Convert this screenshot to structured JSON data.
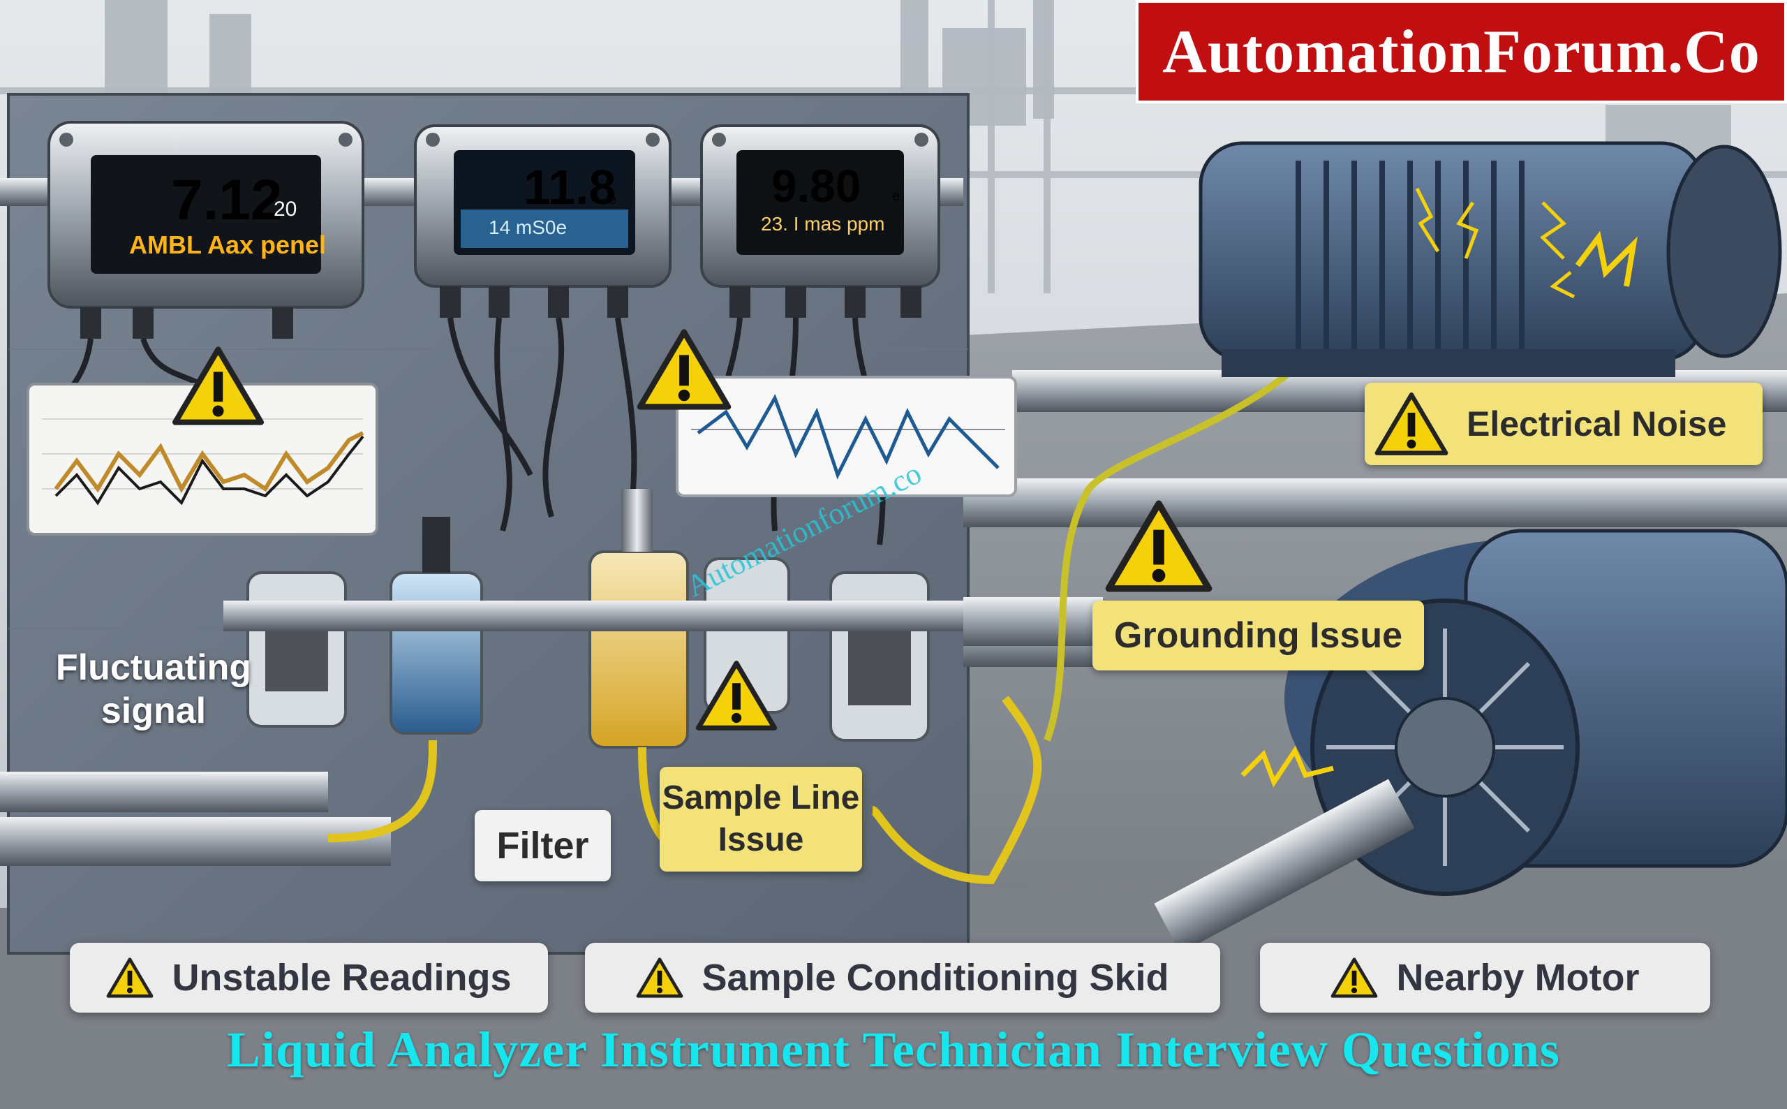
{
  "brand": "AutomationForum.Co",
  "analyzers": [
    {
      "value": "7.12",
      "unit": "20",
      "sub": "AMBL Aax penel"
    },
    {
      "value": "11.8",
      "unit": "e",
      "sub": "14 mS0e"
    },
    {
      "value": "9.80",
      "unit": "e",
      "sub": "23. I mas ppm"
    }
  ],
  "labels": {
    "fluctuating_signal": "Fluctuating signal",
    "filter": "Filter",
    "sample_line_issue": "Sample Line Issue",
    "grounding_issue": "Grounding Issue",
    "electrical_noise": "Electrical Noise"
  },
  "chips": {
    "unstable_readings": "Unstable Readings",
    "sample_conditioning_skid": "Sample Conditioning Skid",
    "nearby_motor": "Nearby Motor"
  },
  "title": "Liquid Analyzer Instrument Technician Interview Questions",
  "watermark": "Automationforum.co",
  "colors": {
    "brand_red": "#c10e10",
    "warning_yellow": "#f5d10a",
    "callout_yellow": "#f3e27a",
    "title_cyan": "#16e7ef"
  }
}
